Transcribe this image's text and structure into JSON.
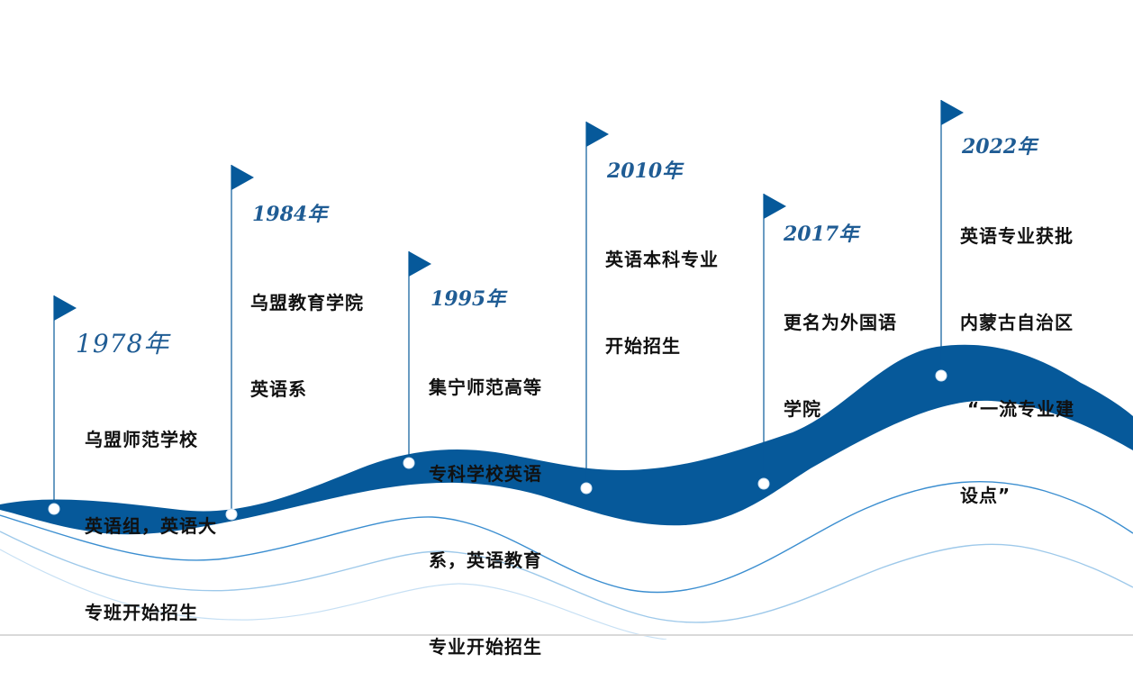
{
  "theme": {
    "primary": "#06599a",
    "line_mid": "#3b8ed0",
    "line_light": "#9ec9ea",
    "text": "#111111",
    "year_color": "#1f5c94"
  },
  "milestones": [
    {
      "year": "1978年",
      "lines": [
        "乌盟师范学校",
        "英语组，英语大",
        "专班开始招生"
      ]
    },
    {
      "year": "1984年",
      "lines": [
        "乌盟教育学院",
        "英语系"
      ]
    },
    {
      "year": "1995年",
      "lines": [
        "集宁师范高等",
        "专科学校英语",
        "系，英语教育",
        "专业开始招生"
      ]
    },
    {
      "year": "2010年",
      "lines": [
        "英语本科专业",
        "开始招生"
      ]
    },
    {
      "year": "2017年",
      "lines": [
        "更名为外国语",
        "学院"
      ]
    },
    {
      "year": "2022年",
      "lines": [
        "英语专业获批",
        "内蒙古自治区",
        "“一流专业建",
        "设点”"
      ]
    }
  ]
}
